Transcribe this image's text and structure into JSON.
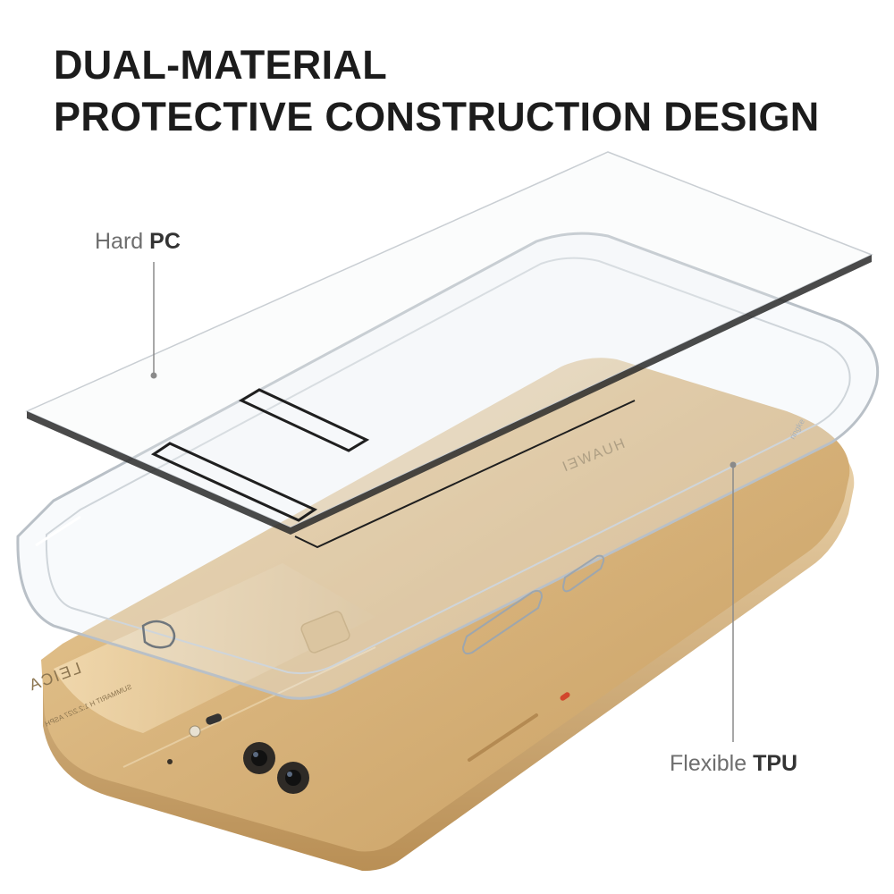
{
  "headline": {
    "line1": "DUAL-MATERIAL",
    "line2": "PROTECTIVE CONSTRUCTION DESIGN"
  },
  "callouts": {
    "hard_pc": {
      "prefix": "Hard ",
      "emphasis": "PC"
    },
    "flexible_tpu": {
      "prefix": "Flexible ",
      "emphasis": "TPU"
    }
  },
  "phone": {
    "brand_text": "HUAWEI",
    "camera_text": "LEICA",
    "lens_text": "SUMMARIT H 1:2.2/27 ASPH",
    "case_brand": "ringke"
  },
  "colors": {
    "phone_gold": "#d9b47a",
    "phone_gold_light": "#ecd3a6",
    "accent_red": "#d2462c",
    "text_dark": "#1c1c1c",
    "text_muted": "#6e6e6e",
    "leader_line": "#8a8a8a"
  }
}
